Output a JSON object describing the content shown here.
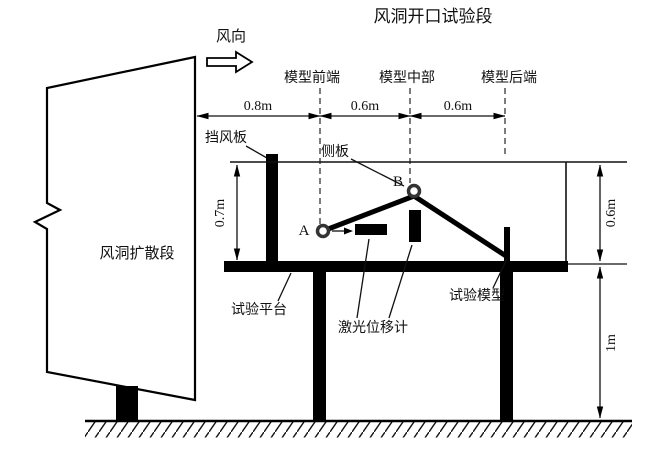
{
  "diagram": {
    "title": "风洞开口试验段",
    "wind": {
      "direction_label": "风向"
    },
    "sections": {
      "front": "模型前端",
      "middle": "模型中部",
      "rear": "模型后端"
    },
    "dims": {
      "front_width": "0.8m",
      "middle_width": "0.6m",
      "rear_width": "0.6m",
      "section_height": "0.7m",
      "model_height": "0.6m",
      "platform_height": "1m"
    },
    "labels": {
      "deflector": "挡风板",
      "side_plate": "侧板",
      "diffuser": "风洞扩散段",
      "platform": "试验平台",
      "laser_meter": "激光位移计",
      "test_model": "试验模型"
    },
    "points": {
      "a": "A",
      "b": "B"
    },
    "colors": {
      "line": "#000000",
      "background": "#ffffff"
    }
  }
}
